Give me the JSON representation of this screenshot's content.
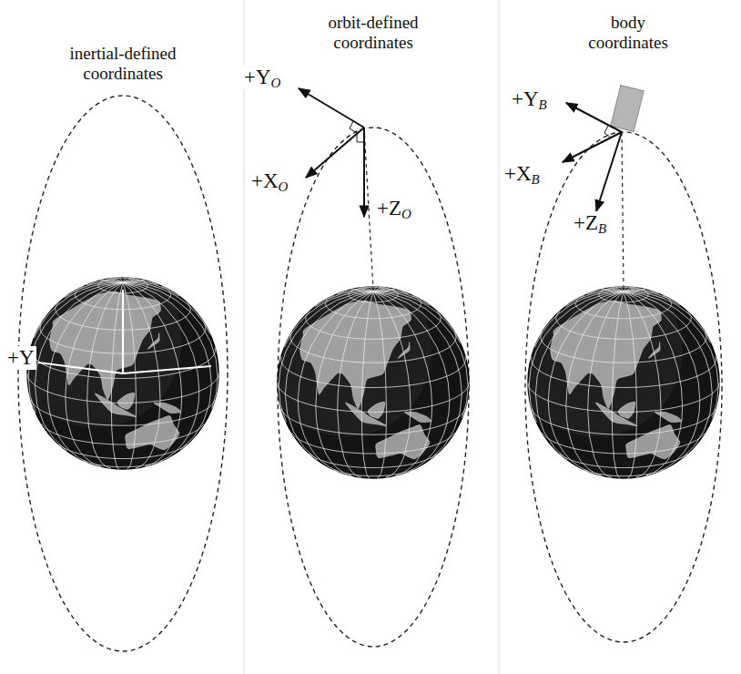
{
  "diagram": {
    "labels": [
      "inertial-defined coordinates",
      "orbit-defined coordinates",
      "body coordinates",
      "+YO",
      "+XO",
      "+ZO",
      "+YB",
      "+XB",
      "+ZB",
      "+Y"
    ]
  }
}
